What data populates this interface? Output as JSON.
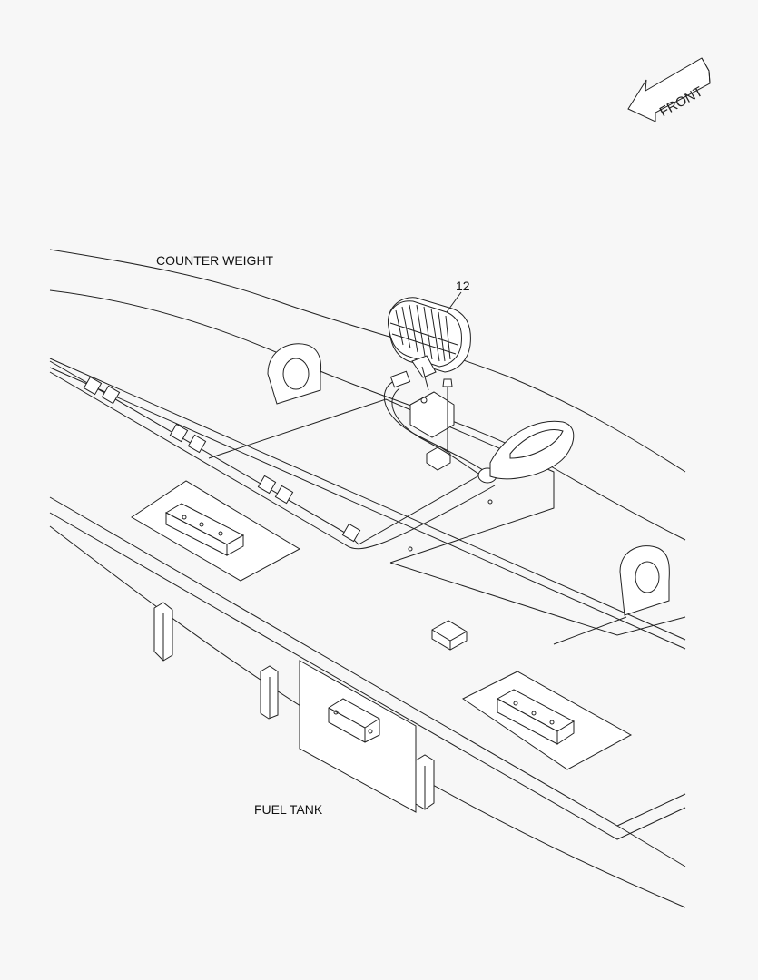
{
  "figure": {
    "labels": {
      "counter_weight": "COUNTER WEIGHT",
      "fuel_tank": "FUEL TANK",
      "work_light_callout": "12",
      "front_arrow": "FRONT"
    },
    "colors": {
      "background": "#f7f7f7",
      "line": "#222222"
    }
  }
}
